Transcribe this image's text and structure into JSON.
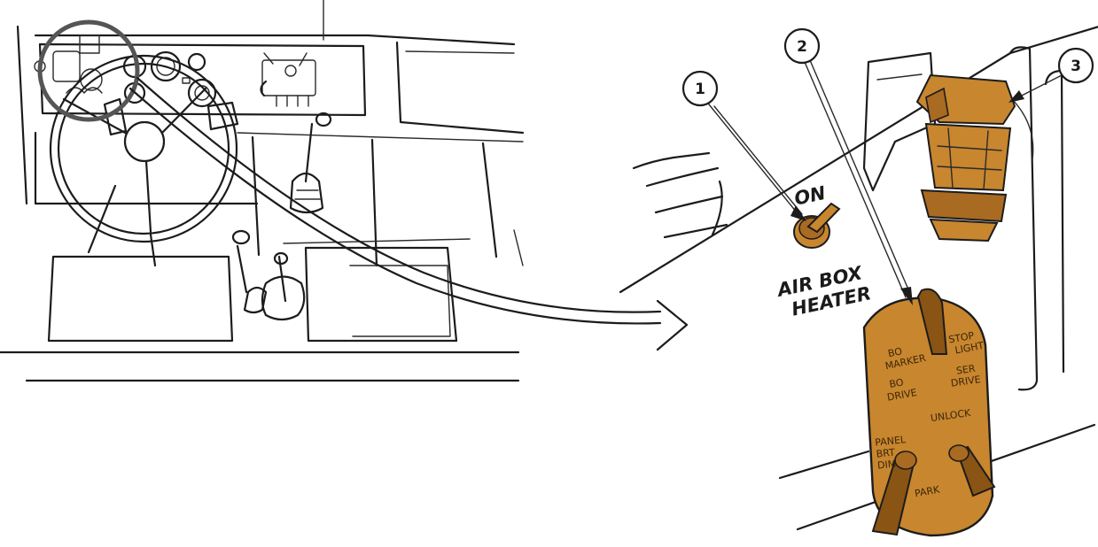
{
  "colors": {
    "ink": "#1c1c1c",
    "amber": "#c8862f",
    "amber_dark": "#8a5415",
    "zoom_circle": "#555555"
  },
  "callouts": [
    {
      "number": "1"
    },
    {
      "number": "2"
    },
    {
      "number": "3"
    }
  ],
  "switch_labels": {
    "on": "ON",
    "line1": "AIR BOX",
    "line2": "HEATER"
  },
  "selector_plate": {
    "top_left": [
      "BO",
      "MARKER"
    ],
    "top_right": [
      "STOP",
      "LIGHT"
    ],
    "mid_right": [
      "SER",
      "DRIVE"
    ],
    "mid_left": [
      "BO",
      "DRIVE"
    ],
    "unlock": "UNLOCK",
    "bottom_left": [
      "PANEL",
      "BRT",
      "DIM"
    ],
    "bottom": "PARK"
  }
}
